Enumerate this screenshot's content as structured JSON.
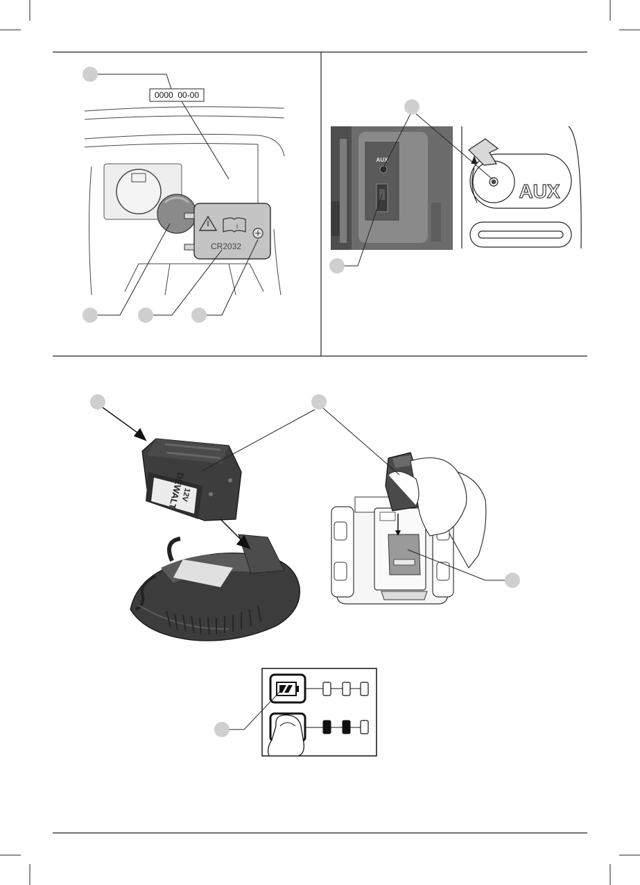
{
  "figure_a": {
    "date_code": "0000  00-00",
    "battery_label": "CR2032"
  },
  "figure_b": {
    "aux_label_small": "AUX",
    "aux_label_large": "AUX"
  },
  "figure_c": {
    "battery_brand": "DEWALT",
    "battery_voltage": "12V"
  },
  "colors": {
    "line": "#1a1a1a",
    "callout_circle": "#cfcfcf",
    "tool_gray": "#3a3a3a",
    "photo_gray": "#6e6e6e"
  }
}
